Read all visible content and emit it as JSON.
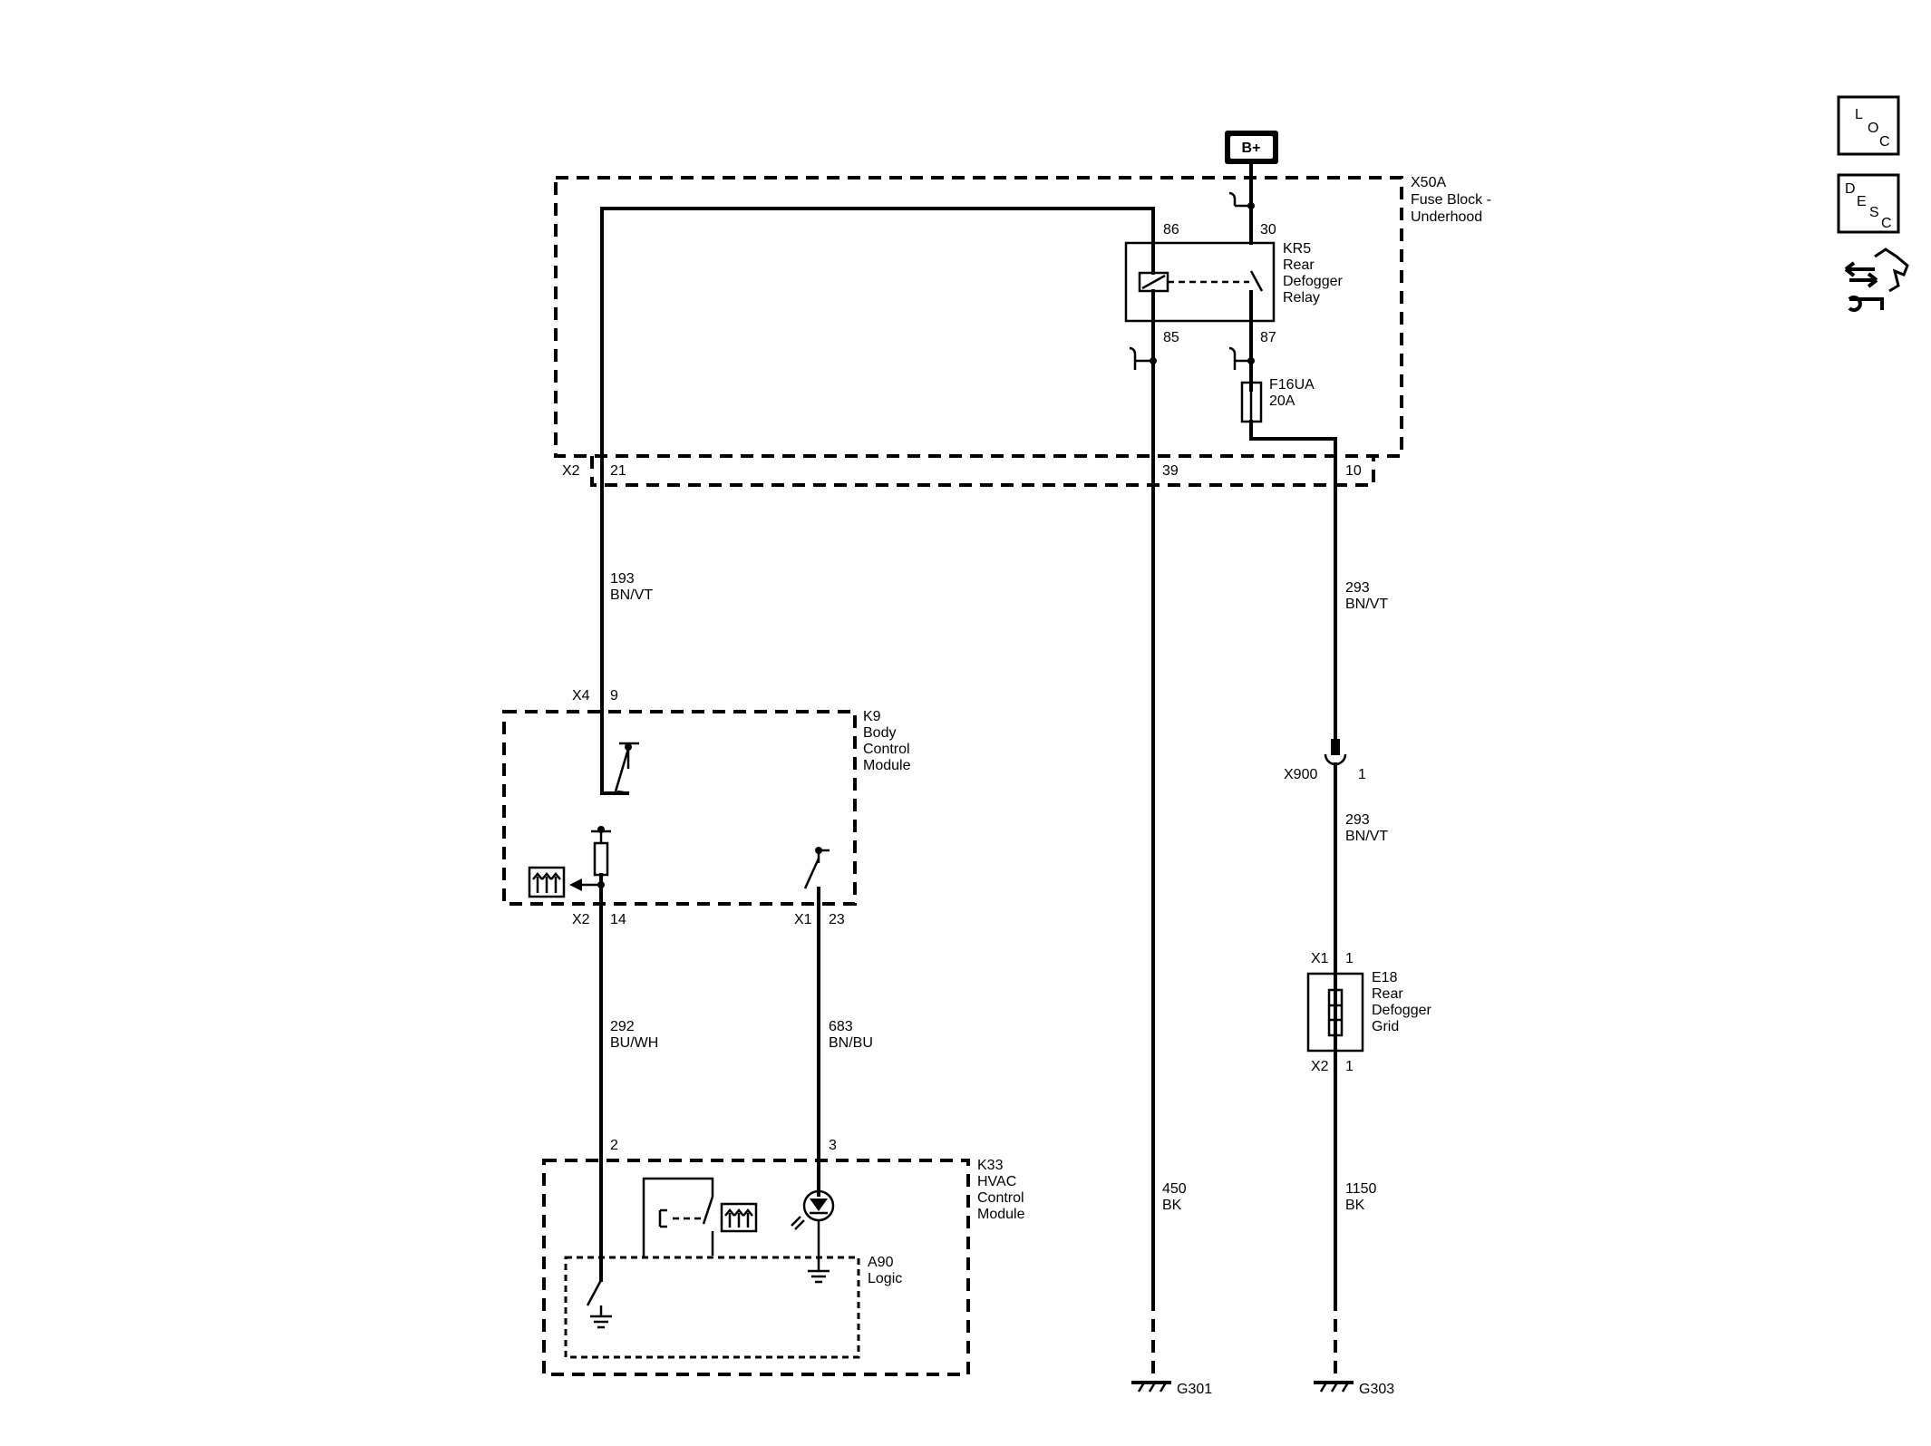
{
  "power": {
    "label": "B+"
  },
  "nav": {
    "loc": [
      "L",
      "O",
      "C"
    ],
    "desc": [
      "D",
      "E",
      "S",
      "C"
    ],
    "icons": [
      "loc-icon",
      "desc-icon",
      "connector-pinout-icon"
    ]
  },
  "fuse_block": {
    "id": "X50A",
    "name": [
      "Fuse Block -",
      "Underhood"
    ],
    "conn": "X2",
    "pins": [
      "21",
      "39",
      "10"
    ]
  },
  "relay": {
    "id": "KR5",
    "name": [
      "Rear",
      "Defogger",
      "Relay"
    ],
    "pins": [
      "86",
      "30",
      "85",
      "87"
    ]
  },
  "fuse": {
    "id": "F16UA",
    "rating": "20A"
  },
  "bcm": {
    "id": "K9",
    "name": [
      "Body",
      "Control",
      "Module"
    ],
    "conn_top": "X4",
    "pin_top": "9",
    "conn_a": "X2",
    "pin_a": "14",
    "conn_b": "X1",
    "pin_b": "23"
  },
  "hvac": {
    "id": "K33",
    "name": [
      "HVAC",
      "Control",
      "Module"
    ],
    "pin_a": "2",
    "pin_b": "3"
  },
  "logic": {
    "id": "A90",
    "label": "Logic"
  },
  "grid": {
    "id": "E18",
    "name": [
      "Rear",
      "Defogger",
      "Grid"
    ],
    "conn_top": "X1",
    "pin_top": "1",
    "conn_bot": "X2",
    "pin_bot": "1"
  },
  "inline": {
    "id": "X900",
    "pin": "1"
  },
  "wires": {
    "w193": {
      "circuit": "193",
      "color": "BN/VT"
    },
    "w293a": {
      "circuit": "293",
      "color": "BN/VT"
    },
    "w293b": {
      "circuit": "293",
      "color": "BN/VT"
    },
    "w292": {
      "circuit": "292",
      "color": "BU/WH"
    },
    "w683": {
      "circuit": "683",
      "color": "BN/BU"
    },
    "w450": {
      "circuit": "450",
      "color": "BK"
    },
    "w1150": {
      "circuit": "1150",
      "color": "BK"
    }
  },
  "grounds": {
    "g301": "G301",
    "g303": "G303"
  }
}
